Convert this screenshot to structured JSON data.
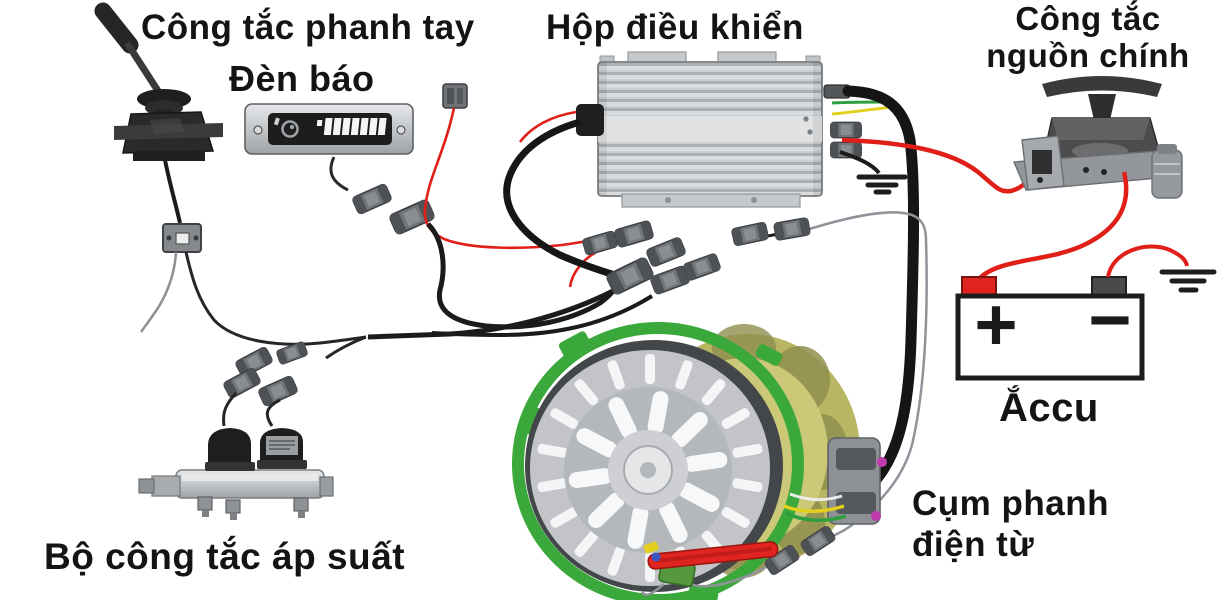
{
  "labels": {
    "handbrake_switch": "Công tắc phanh tay",
    "indicator_light": "Đèn báo",
    "control_box": "Hộp điều khiển",
    "main_power_switch_line1": "Công tắc",
    "main_power_switch_line2": "nguồn chính",
    "battery": "Ắccu",
    "pressure_switch_set": "Bộ công tắc áp suất",
    "em_brake_line1": "Cụm phanh",
    "em_brake_line2": "điện từ"
  },
  "battery": {
    "positive": "+",
    "negative": "−"
  },
  "colors": {
    "background": "#ffffff",
    "text": "#141414",
    "wire_red": "#e02018",
    "wire_black": "#1b1b1b",
    "wire_green": "#2f9e3f",
    "wire_yellow": "#e3cf1e",
    "motor_ring_green": "#3aa83a",
    "motor_housing_olive": "#b9b663",
    "battery_positive_terminal": "#e02420",
    "connector_gray": "#71757a"
  }
}
